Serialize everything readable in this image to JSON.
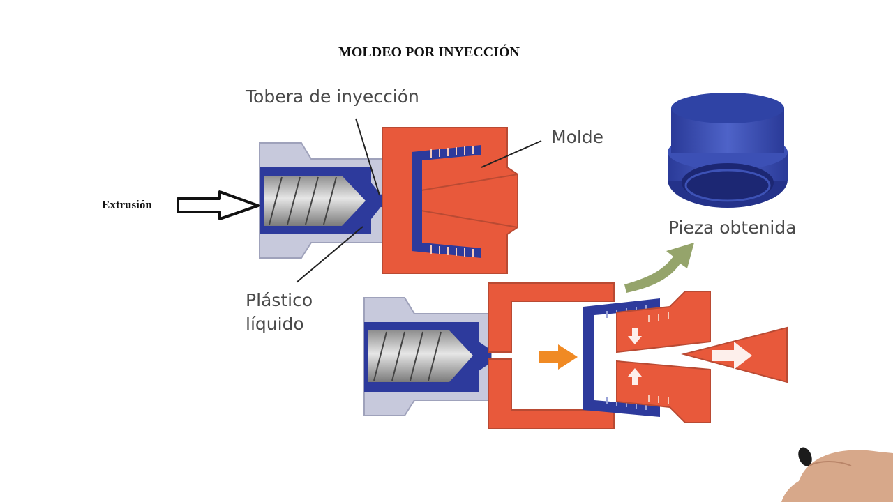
{
  "title": "MOLDEO POR INYECCIÓN",
  "labels": {
    "nozzle": "Tobera de inyección",
    "mold": "Molde",
    "extrusion": "Extrusión",
    "liquid_line1": "Plástico",
    "liquid_line2": "líquido",
    "part": "Pieza obtenida"
  },
  "colors": {
    "mold": "#e8593b",
    "plastic": "#2d3a9c",
    "barrel": "#c7c9dc",
    "screw": "#a9a9a9",
    "arrow_orange": "#f08a24",
    "arrow_green": "#8a9a5b",
    "part": "#3b4fb0"
  }
}
